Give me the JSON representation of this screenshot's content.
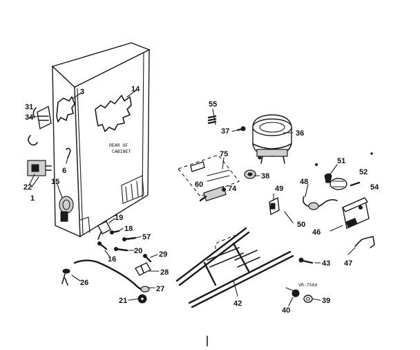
{
  "labels": {
    "p1": "1",
    "p3": "3",
    "p6": "6",
    "p14": "14",
    "p15": "15",
    "p16": "16",
    "p18": "18",
    "p19": "19",
    "p20": "20",
    "p21": "21",
    "p22": "22",
    "p26": "26",
    "p27": "27",
    "p28": "28",
    "p29": "29",
    "p31": "31",
    "p34": "34",
    "p36": "36",
    "p37": "37",
    "p38": "38",
    "p39": "39",
    "p40": "40",
    "p42": "42",
    "p43": "43",
    "p46": "46",
    "p47": "47",
    "p48": "48",
    "p49": "49",
    "p50": "50",
    "p51": "51",
    "p52": "52",
    "p54": "54",
    "p55": "55",
    "p57": "57",
    "p60": "60",
    "p74": "74",
    "p75": "75"
  },
  "cabinet_note": {
    "line1": "REAR OF",
    "line2": "CABINET"
  },
  "ref_code": "VR-7584"
}
